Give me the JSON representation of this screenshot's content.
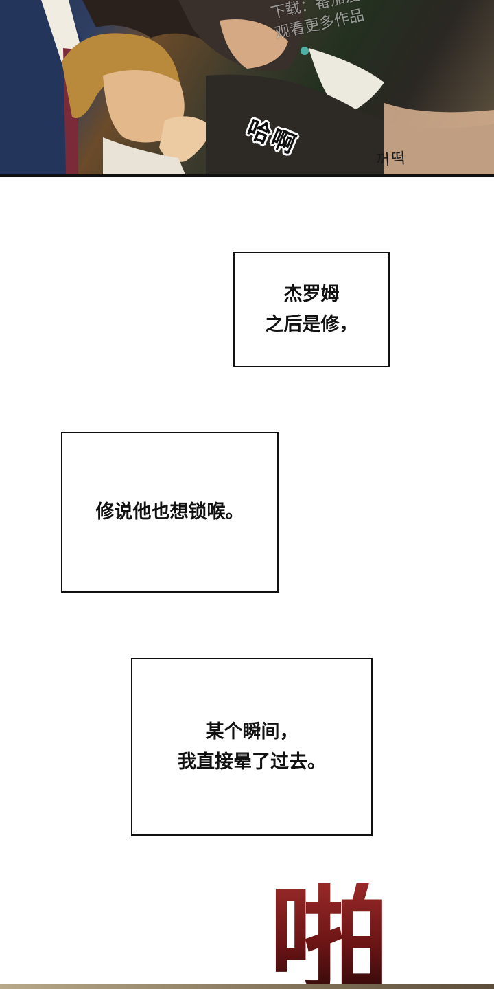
{
  "panel_top": {
    "watermark_line1": "下载：番茄漫画",
    "watermark_line2": "观看更多作品",
    "sfx_pant": "哈啊",
    "sfx_korean": "꺼떡"
  },
  "narration": {
    "box1": [
      "杰罗姆",
      "之后是修，"
    ],
    "box2": [
      "修说他也想锁喉。"
    ],
    "box3": [
      "某个瞬间，",
      "我直接晕了过去。"
    ]
  },
  "sfx_bottom": "啪",
  "colors": {
    "sfx_red": "#7e1a1a",
    "panel_border": "#111111"
  }
}
